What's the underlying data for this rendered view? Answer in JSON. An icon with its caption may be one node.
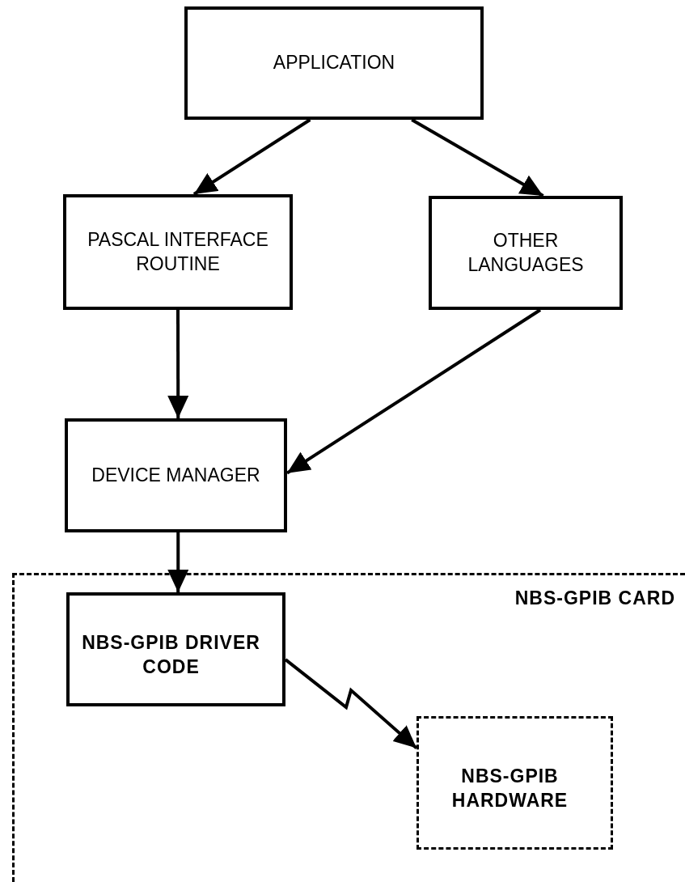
{
  "diagram": {
    "nodes": [
      {
        "text": [
          "APPLICATION"
        ]
      },
      {
        "text": [
          "PASCAL INTERFACE ROUTINE"
        ]
      },
      {
        "text": [
          "OTHER LANGUAGES"
        ]
      },
      {
        "text": [
          "DEVICE MANAGER"
        ]
      },
      {
        "text": [
          "NBS-GPIB CARD"
        ]
      },
      {
        "text": [
          "NBS-GPIB DRIVER CODE"
        ],
        "in": 4
      },
      {
        "text": [
          "NBS-GPIB HARDWARE"
        ],
        "in": 4
      }
    ],
    "edges": [
      {
        "from": 0,
        "to": 1,
        "arrow": "to"
      },
      {
        "from": 0,
        "to": 2,
        "arrow": "to"
      },
      {
        "from": 1,
        "to": 3,
        "arrow": "to"
      },
      {
        "from": 2,
        "to": 3,
        "arrow": "to"
      },
      {
        "from": 3,
        "to": 5,
        "arrow": "to"
      },
      {
        "from": 5,
        "to": 6,
        "arrow": "to"
      }
    ]
  }
}
